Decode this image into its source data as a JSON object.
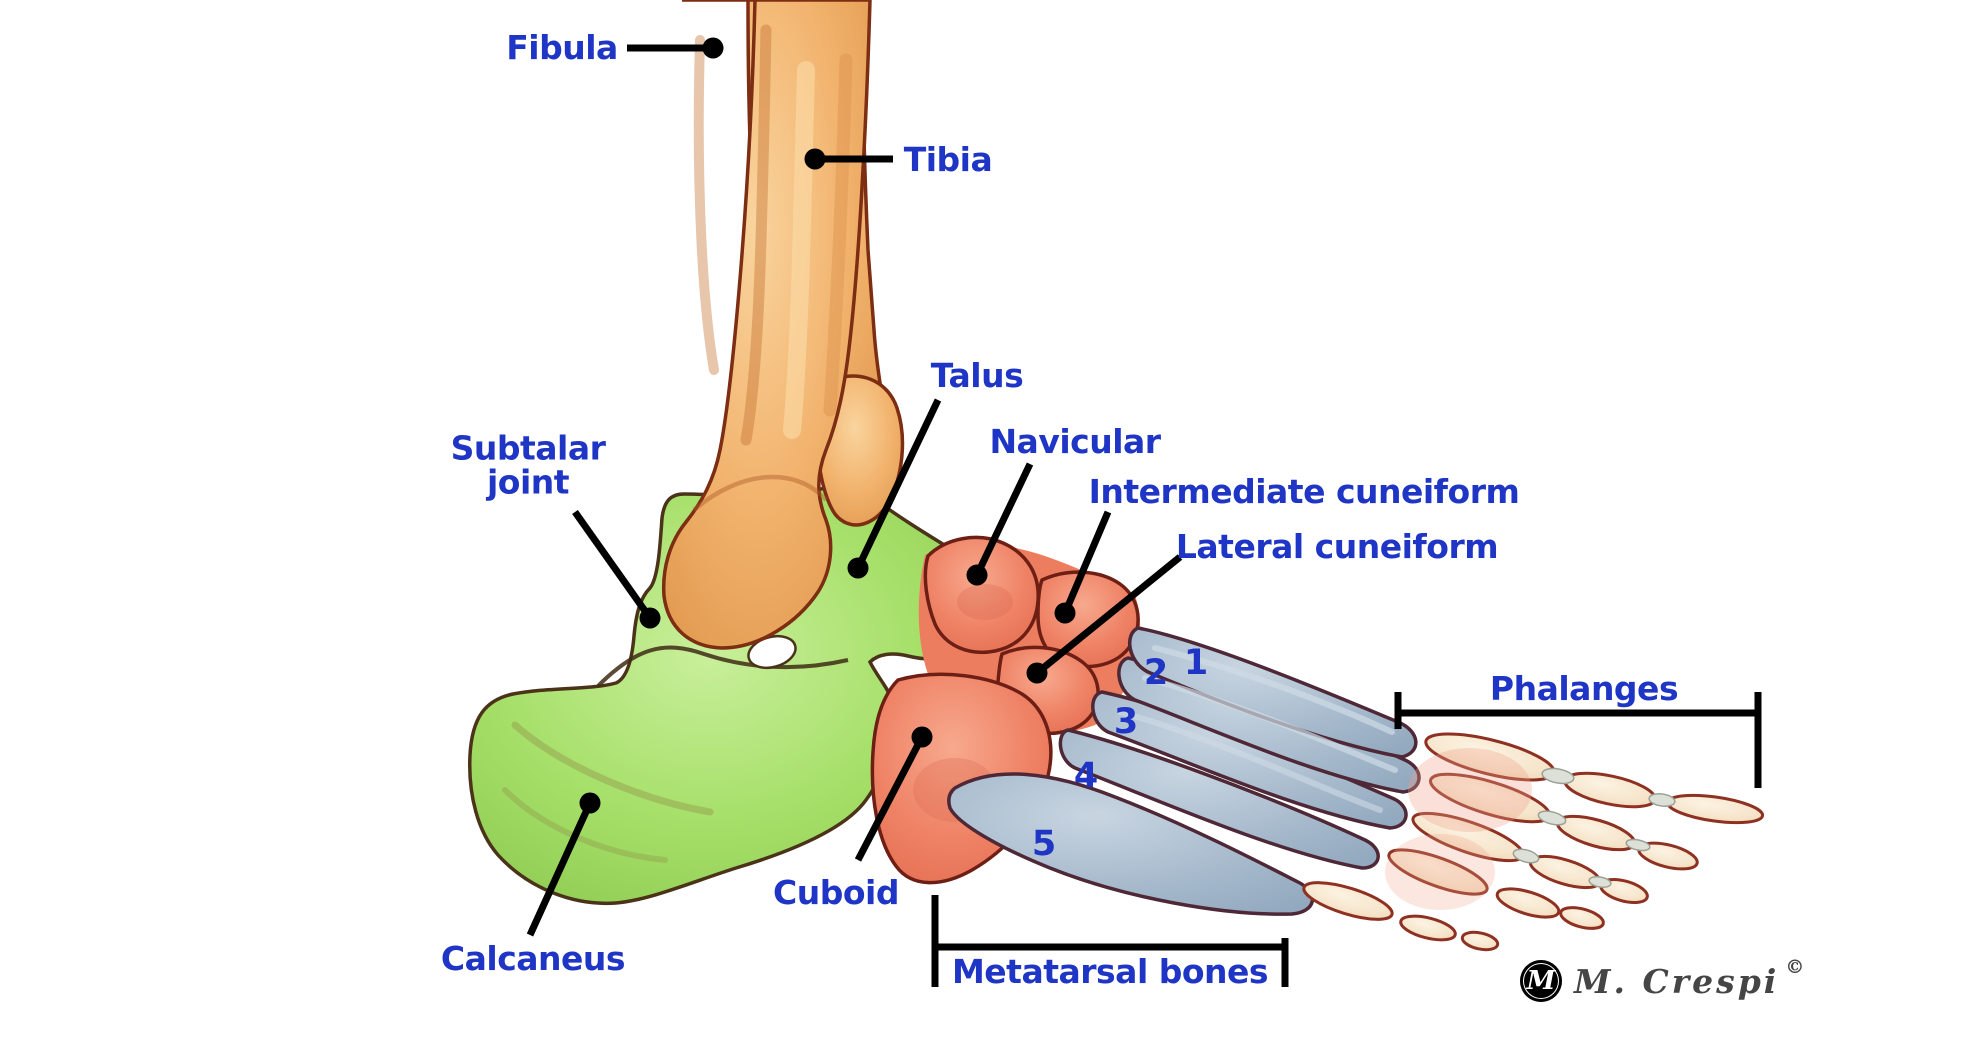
{
  "labels": {
    "fibula": "Fibula",
    "tibia": "Tibia",
    "talus": "Talus",
    "navicular": "Navicular",
    "intermediate_cuneiform": "Intermediate cuneiform",
    "lateral_cuneiform": "Lateral cuneiform",
    "subtalar_joint": {
      "line1": "Subtalar",
      "line2": "joint"
    },
    "calcaneus": "Calcaneus",
    "cuboid": "Cuboid",
    "metatarsal_bones": "Metatarsal bones",
    "phalanges": "Phalanges"
  },
  "metatarsal_numbers": [
    "1",
    "2",
    "3",
    "4",
    "5"
  ],
  "signature": {
    "monogram": "M",
    "artist": "M. Crespi",
    "copyright": "©"
  },
  "colors": {
    "label_blue": "#1F35C5",
    "line_black": "#000000",
    "signature_gray": "#454545",
    "leg_bone_orange": "#EDA95C",
    "tarsal_green": "#9FDC64",
    "midfoot_salmon": "#EF8467",
    "metatarsal_blue": "#A9BCCE",
    "phalanx_cream": "#F6E5CC"
  }
}
